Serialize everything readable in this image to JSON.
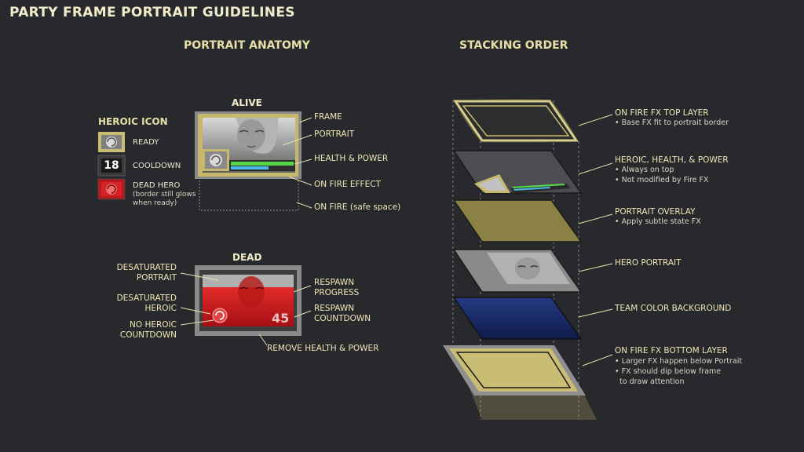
{
  "title": "PARTY FRAME PORTRAIT GUIDELINES",
  "anatomy": {
    "heading": "PORTRAIT ANATOMY",
    "alive_heading": "ALIVE",
    "dead_heading": "DEAD",
    "heroic_icon": {
      "heading": "HEROIC ICON",
      "states": [
        {
          "label": "READY"
        },
        {
          "label": "COOLDOWN",
          "value": "18"
        },
        {
          "label": "DEAD HERO",
          "note_1": "(border still glows",
          "note_2": "when ready)"
        }
      ]
    },
    "alive_callouts": [
      "FRAME",
      "PORTRAIT",
      "HEALTH & POWER",
      "ON FIRE EFFECT",
      "ON FIRE (safe space)"
    ],
    "dead_callouts": {
      "desaturated_portrait": [
        "DESATURATED",
        "PORTRAIT"
      ],
      "desaturated_heroic": [
        "DESATURATED",
        "HEROIC"
      ],
      "no_heroic_countdown": [
        "NO HEROIC",
        "COUNTDOWN"
      ],
      "respawn_progress": [
        "RESPAWN",
        "PROGRESS"
      ],
      "respawn_countdown": [
        "RESPAWN",
        "COUNTDOWN"
      ],
      "remove_health_power": "REMOVE HEALTH & POWER",
      "countdown_value": "45"
    }
  },
  "stacking": {
    "heading": "STACKING ORDER",
    "layers": [
      {
        "title": "ON FIRE FX TOP LAYER",
        "notes": [
          "• Base FX fit to portrait border"
        ]
      },
      {
        "title": "HEROIC, HEALTH, & POWER",
        "notes": [
          "• Always on top",
          "• Not modified by Fire FX"
        ]
      },
      {
        "title": "PORTRAIT OVERLAY",
        "notes": [
          "• Apply subtle state FX"
        ]
      },
      {
        "title": "HERO PORTRAIT",
        "notes": []
      },
      {
        "title": "TEAM COLOR BACKGROUND",
        "notes": []
      },
      {
        "title": "ON FIRE FX BOTTOM LAYER",
        "notes": [
          "• Larger FX happen below Portrait",
          "• FX should dip below frame",
          "  to draw attention"
        ]
      }
    ]
  },
  "colors": {
    "background": "#28292c",
    "frame_gold": "#c5b96e",
    "gray_frame": "#8a8a8a",
    "health": "#58d64a",
    "power": "#4ab8e8",
    "dead_red": "#d81e24",
    "team_blue": "#1a2a6a"
  }
}
